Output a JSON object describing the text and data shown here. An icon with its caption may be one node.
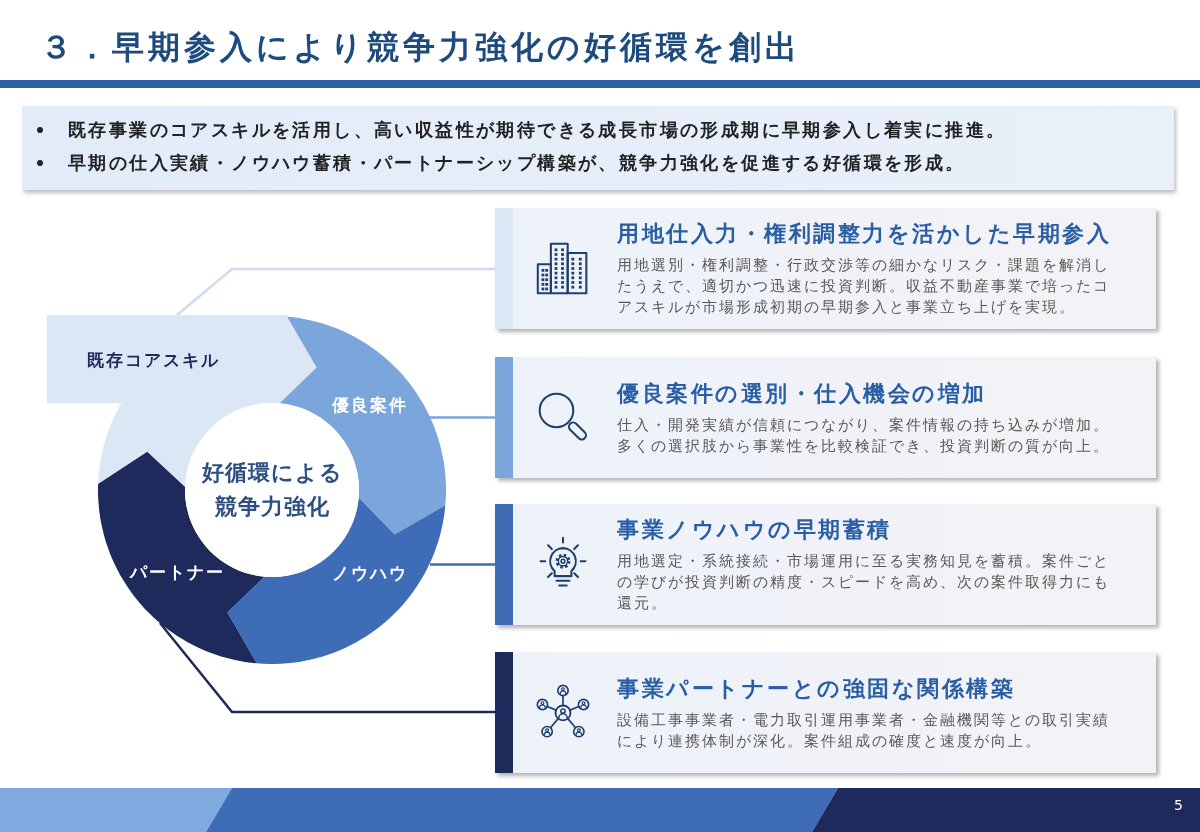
{
  "diagram": {
    "title": "３．早期参入により競争力強化の好循環を創出",
    "nodes": [
      {
        "text": [
          "既存事業のコアスキルを活用し、高い収益性が期待できる成長市場の形成期に早期参入し着実に推進。",
          "早期の仕入実績・ノウハウ蓄積・パートナーシップ構築が、競争力強化を促進する好循環を形成。"
        ]
      },
      {
        "text": [
          "既存コアスキル"
        ]
      },
      {
        "text": [
          "優良案件"
        ]
      },
      {
        "text": [
          "ノウハウ"
        ]
      },
      {
        "text": [
          "パートナー"
        ]
      },
      {
        "text": [
          "好循環による競争力強化"
        ]
      },
      {
        "text": [
          "用地仕入力・権利調整力を活かした早期参入",
          "用地選別・権利調整・行政交渉等の細かなリスク・課題を解消したうえで、適切かつ迅速に投資判断。収益不動産事業で培ったコアスキルが市場形成初期の早期参入と事業立ち上げを実現。"
        ]
      },
      {
        "text": [
          "優良案件の選別・仕入機会の増加",
          "仕入・開発実績が信頼につながり、案件情報の持ち込みが増加。多くの選択肢から事業性を比較検証でき、投資判断の質が向上。"
        ]
      },
      {
        "text": [
          "事業ノウハウの早期蓄積",
          "用地選定・系統接続・市場運用に至る実務知見を蓄積。案件ごとの学びが投資判断の精度・スピードを高め、次の案件取得力にも還元。"
        ]
      },
      {
        "text": [
          "事業パートナーとの強固な関係構築",
          "設備工事事業者・電力取引運用事業者・金融機関等との取引実績により連携体制が深化。案件組成の確度と速度が向上。"
        ]
      }
    ],
    "edges": [
      {
        "from": 1,
        "to": 6,
        "arrow": "none",
        "color": "#cfdcef"
      },
      {
        "from": 2,
        "to": 7,
        "arrow": "none",
        "color": "#7ba6dc"
      },
      {
        "from": 3,
        "to": 8,
        "arrow": "none",
        "color": "#3e6cb6"
      },
      {
        "from": 4,
        "to": 9,
        "arrow": "none",
        "color": "#1f2a5c"
      }
    ],
    "labels": [
      "5"
    ]
  }
}
